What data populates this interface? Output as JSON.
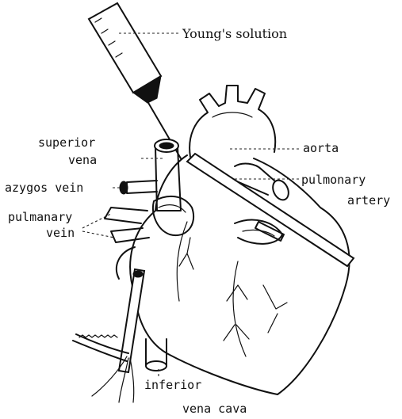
{
  "labels": {
    "youngs_solution": "Young's solution",
    "superior_vena_line1": "superior",
    "superior_vena_line2": "vena",
    "aorta": "aorta",
    "azygos_vein": "azygos vein",
    "pulmonary_artery_line1": "pulmonary",
    "pulmonary_artery_line2": "artery",
    "pulmanary_vein_line1": "pulmanary",
    "pulmanary_vein_line2": "vein",
    "inferior_line1": "inferior",
    "inferior_line2": "vena cava"
  },
  "colors": {
    "ink": "#111111",
    "background": "#ffffff"
  }
}
